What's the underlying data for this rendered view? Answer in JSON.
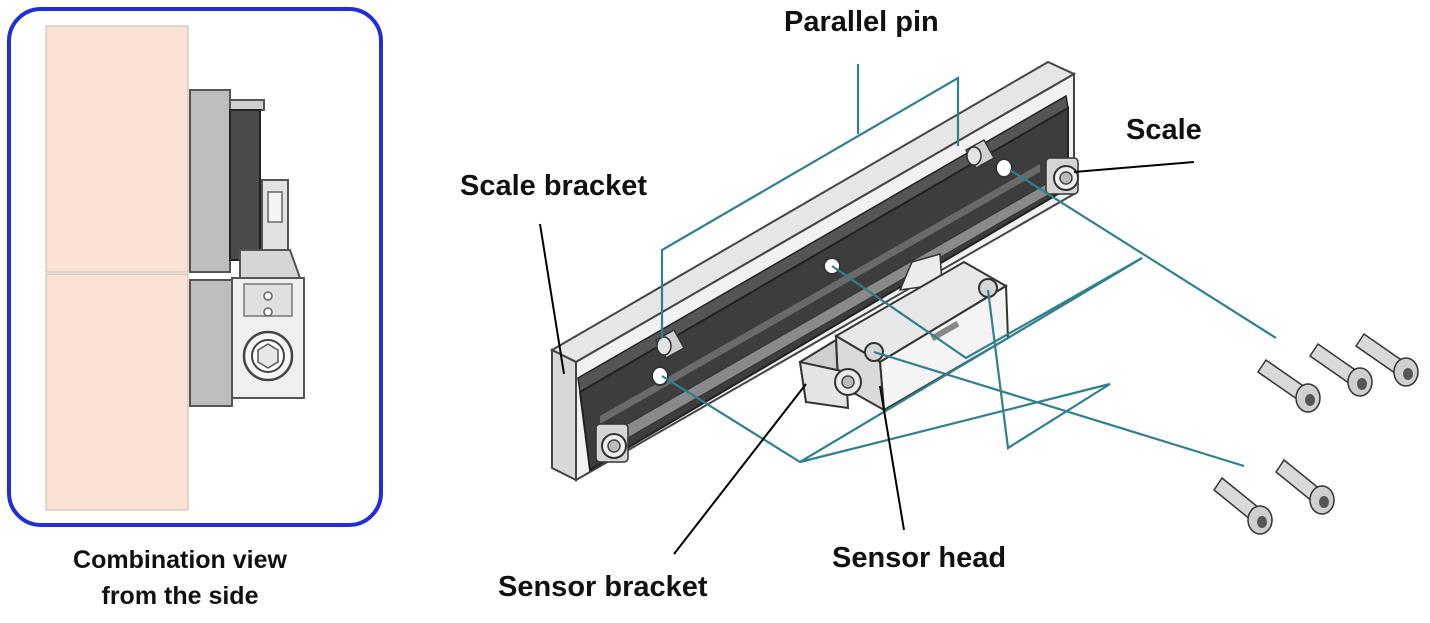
{
  "labels": {
    "parallel_pin": "Parallel pin",
    "scale": "Scale",
    "scale_bracket": "Scale bracket",
    "sensor_bracket": "Sensor bracket",
    "sensor_head": "Sensor head"
  },
  "side_view": {
    "caption_line1": "Combination view",
    "caption_line2": "from the side"
  },
  "colors": {
    "frame_border": "#1f2ed6",
    "leader_teal": "#2f7f8f",
    "leader_black": "#000000",
    "mount_surface": "#fae3d5",
    "part_gray": "#c9c9c9",
    "part_dark": "#3a3a3a"
  }
}
